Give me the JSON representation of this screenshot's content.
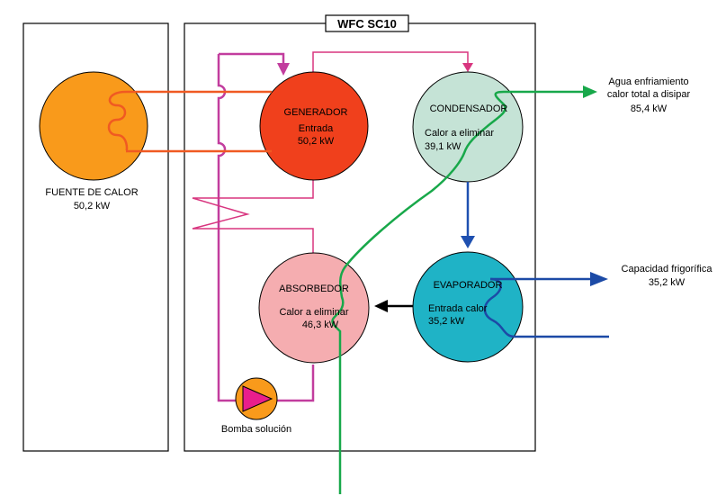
{
  "system": {
    "title": "WFC SC10"
  },
  "heat_source": {
    "label": "FUENTE DE CALOR",
    "value": "50,2 kW"
  },
  "generator": {
    "name": "GENERADOR",
    "line1": "Entrada",
    "line2": "50,2 kW"
  },
  "condenser": {
    "name": "CONDENSADOR",
    "line1": "Calor a eliminar",
    "line2": "39,1 kW"
  },
  "absorber": {
    "name": "ABSORBEDOR",
    "line1": "Calor a eliminar",
    "line2": "46,3 kW"
  },
  "evaporator": {
    "name": "EVAPORADOR",
    "line1": "Entrada calor",
    "line2": "35,2 kW"
  },
  "pump": {
    "label": "Bomba solución"
  },
  "cooling_water": {
    "line1": "Agua enfriamiento",
    "line2": "calor total a disipar",
    "line3": "85,4 kW"
  },
  "cooling_capacity": {
    "line1": "Capacidad frigorífica",
    "line2": "35,2 kW"
  },
  "colors": {
    "heat_source": "#f99a1b",
    "generator": "#f0401c",
    "condenser": "#c5e3d6",
    "absorber": "#f5adb0",
    "evaporator": "#1fb3c6",
    "solution_loop": "#c23d9e",
    "refrigerant": "#d8357f",
    "hot_water": "#f05a22",
    "cooling_water": "#18a84a",
    "chilled_water": "#1c4aa6",
    "vapor_flow": "#1e50b0",
    "pump_triangle": "#e91e8c"
  }
}
